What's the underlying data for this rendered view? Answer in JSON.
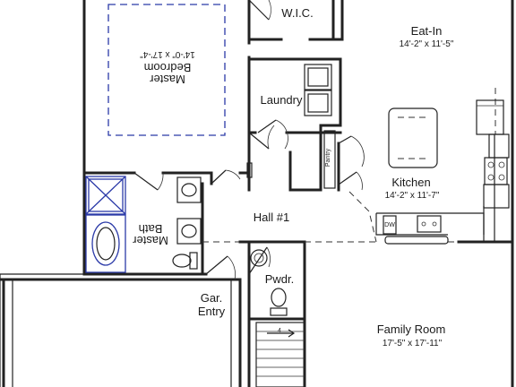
{
  "rooms": {
    "wic": {
      "name": "W.I.C."
    },
    "eat_in": {
      "name": "Eat-In",
      "size": "14'-2\" x 11'-5\""
    },
    "master_bedroom": {
      "name_line1": "Master",
      "name_line2": "Bedroom",
      "size": "14'-0\" x 17'-4\""
    },
    "laundry": {
      "name": "Laundry"
    },
    "pantry": {
      "name": "Pantry"
    },
    "kitchen": {
      "name": "Kitchen",
      "size": "14'-2\" x 11'-7\""
    },
    "master_bath": {
      "name_line1": "Master",
      "name_line2": "Bath"
    },
    "hall": {
      "name": "Hall #1"
    },
    "powder": {
      "name": "Pwdr."
    },
    "garage_entry": {
      "name_line1": "Gar.",
      "name_line2": "Entry"
    },
    "family_room": {
      "name": "Family Room",
      "size": "17'-5\" x 17'-11\""
    }
  },
  "fixtures": {
    "dishwasher": "DW"
  },
  "colors": {
    "walls": "#222222",
    "bath_fixtures": "#2b3aa8",
    "background": "#ffffff"
  }
}
